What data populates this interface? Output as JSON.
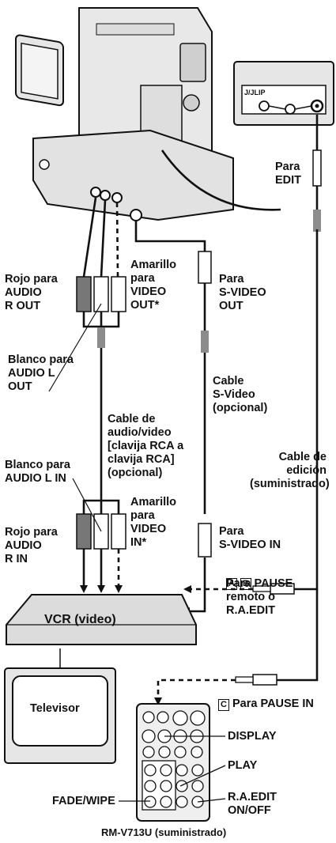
{
  "labels": {
    "para_edit": "Para\nEDIT",
    "rojo_audio_r_out": "Rojo para\nAUDIO\nR OUT",
    "amarillo_video_out": "Amarillo\npara\nVIDEO\nOUT*",
    "para_svideo_out": "Para\nS-VIDEO\nOUT",
    "blanco_audio_l_out": "Blanco para\nAUDIO L\nOUT",
    "cable_svideo": "Cable\nS-Video\n(opcional)",
    "cable_audio_video": "Cable de\naudio/video\n[clavija RCA a\nclavija RCA]\n(opcional)",
    "cable_edicion": "Cable de\nedición\n(suministrado)",
    "blanco_audio_l_in": "Blanco para\nAUDIO L IN",
    "rojo_audio_r_in": "Rojo para\nAUDIO\nR IN",
    "amarillo_video_in": "Amarillo\npara\nVIDEO\nIN*",
    "para_svideo_in": "Para\nS-VIDEO IN",
    "pause_remote": "Para PAUSE\nremoto o\nR.A.EDIT",
    "pause_in": "Para PAUSE IN",
    "box_a": "A",
    "box_b": "B",
    "box_c": "C",
    "vcr": "VCR (video)",
    "televisor": "Televisor",
    "display": "DISPLAY",
    "play": "PLAY",
    "fade_wipe": "FADE/WIPE",
    "ra_edit": "R.A.EDIT\nON/OFF",
    "remote_caption": "RM-V713U (suministrado)",
    "jlip": "J/JLIP"
  },
  "colors": {
    "device_gray": "#d9d9d9",
    "cable_gray": "#8c8c8c",
    "ink": "#111111"
  }
}
